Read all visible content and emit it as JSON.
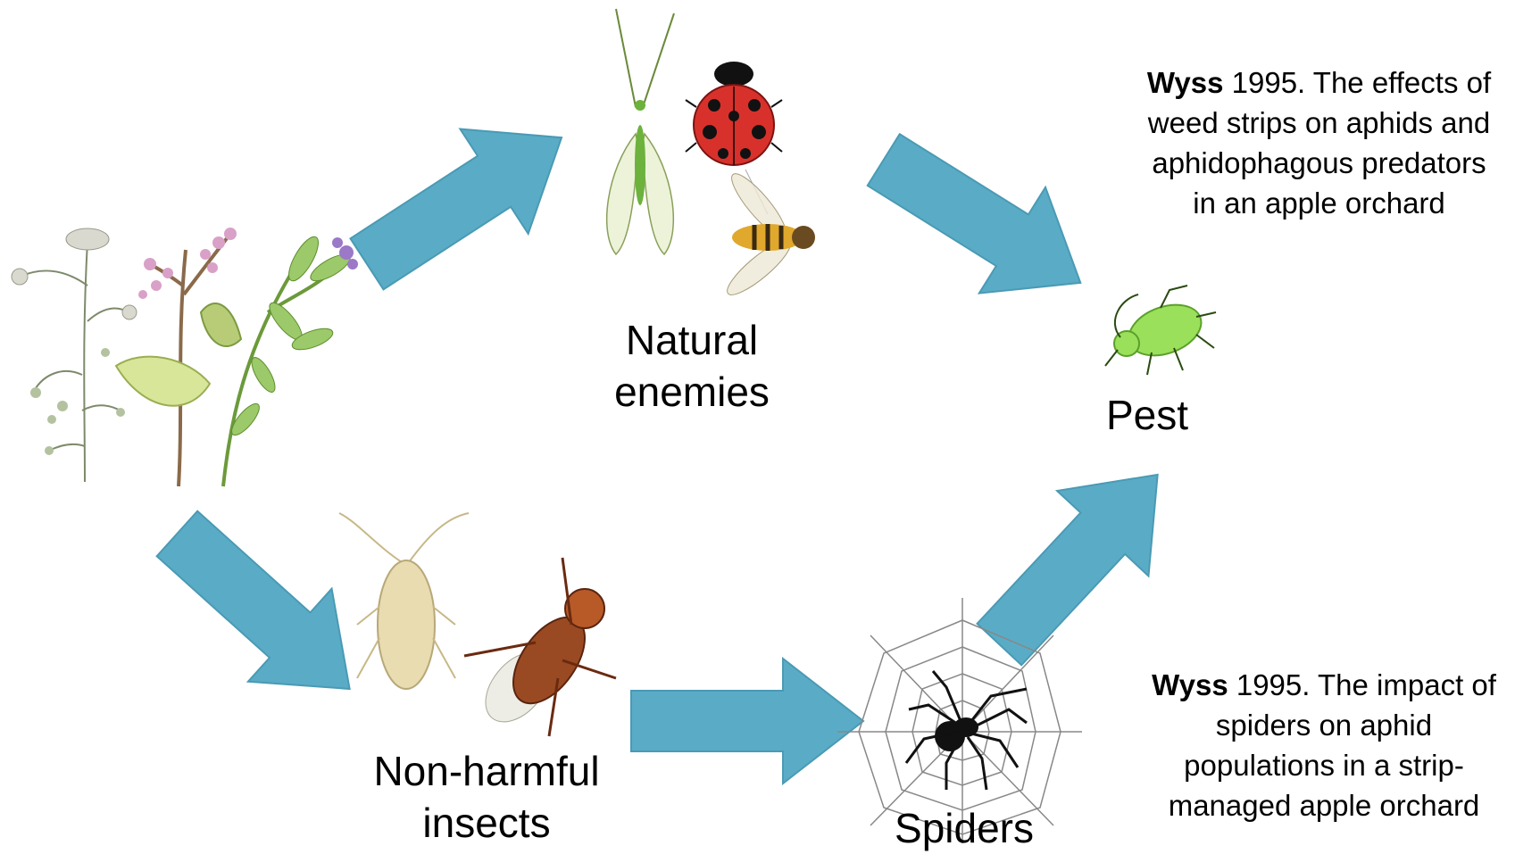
{
  "nodes": {
    "natural_enemies": "Natural\nenemies",
    "non_harmful": "Non-harmful\ninsects",
    "spiders": "Spiders",
    "pest": "Pest"
  },
  "references": [
    {
      "author": "Wyss",
      "text": " 1995. The effects of weed strips on aphids and aphidophagous predators in an apple orchard"
    },
    {
      "author": "Wyss",
      "text": " 1995. The impact of spiders on aphid populations in a strip-managed apple orchard"
    }
  ],
  "colors": {
    "arrow": "#5aacc6",
    "arrow_stroke": "#3f8ea8"
  }
}
